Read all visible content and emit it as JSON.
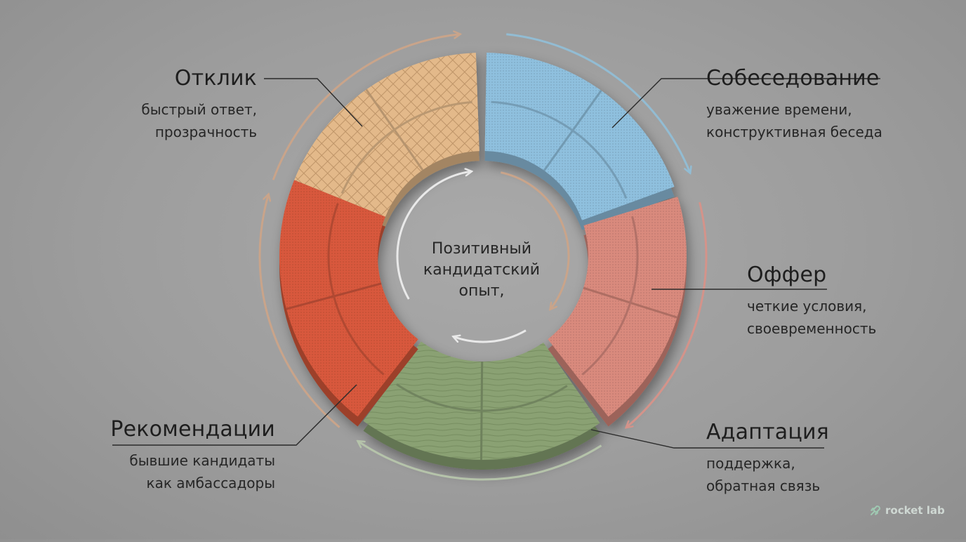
{
  "center": {
    "line1": "Позитивный",
    "line2": "кандидатский",
    "line3": "опыт,"
  },
  "stages": [
    {
      "id": "otklik",
      "title": "Отклик",
      "desc1": "быстрый ответ,",
      "desc2": "прозрачность",
      "color": "#e3b98a"
    },
    {
      "id": "sobesedovanie",
      "title": "Собеседование",
      "desc1": "уважение времени,",
      "desc2": "конструктивная беседа",
      "color": "#8fc0de"
    },
    {
      "id": "offer",
      "title": "Оффер",
      "desc1": "четкие условия,",
      "desc2": "своевременность",
      "color": "#d98a7d"
    },
    {
      "id": "adaptatsiya",
      "title": "Адаптация",
      "desc1": "поддержка,",
      "desc2": "обратная связь",
      "color": "#8aa173"
    },
    {
      "id": "rekomendatsii",
      "title": "Рекомендации",
      "desc1": "бывшие кандидаты",
      "desc2": "как амбассадоры",
      "color": "#d8593c"
    }
  ],
  "brand": {
    "name": "rocket lab",
    "icon": "rocket-icon"
  }
}
